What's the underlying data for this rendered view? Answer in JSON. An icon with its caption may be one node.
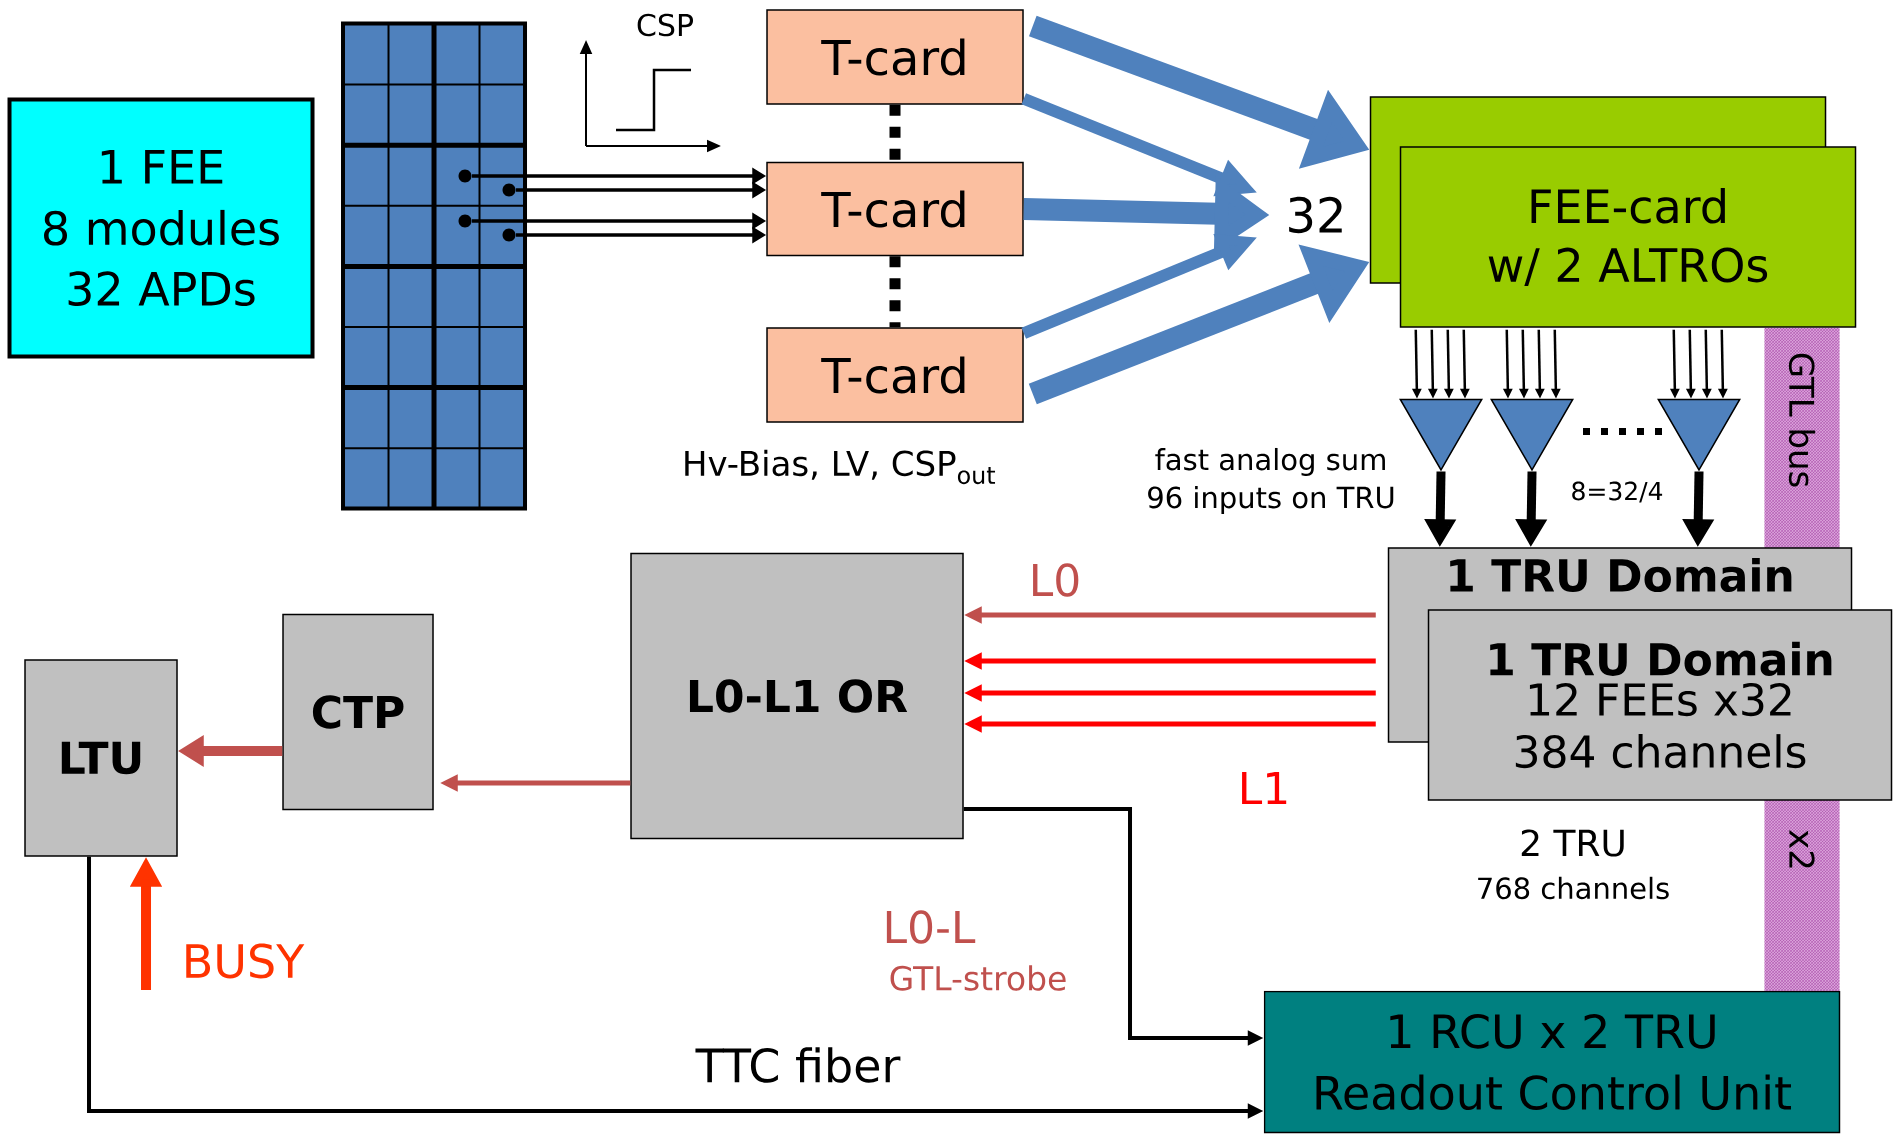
{
  "diagram": {
    "nodes": [
      {
        "text": [
          "1 FEE",
          "8 modules",
          "32 APDs"
        ]
      },
      {
        "text": [],
        "shape": "picture"
      },
      {
        "text": [
          "T-card"
        ]
      },
      {
        "text": [
          "T-card"
        ]
      },
      {
        "text": [
          "T-card"
        ]
      },
      {
        "text": [
          "32"
        ]
      },
      {
        "text": [],
        "shape": "box"
      },
      {
        "text": [
          "FEE-card",
          "w/ 2 ALTROs"
        ]
      },
      {
        "text": [
          "GTL bus"
        ]
      },
      {
        "text": [],
        "shape": "triangle"
      },
      {
        "text": [],
        "shape": "triangle"
      },
      {
        "text": [],
        "shape": "triangle"
      },
      {
        "text": [
          "1 TRU Domain"
        ]
      },
      {
        "text": [
          "1 TRU Domain",
          "12 FEEs x32 384 channels"
        ]
      },
      {
        "text": [
          "L0-L1 OR"
        ]
      },
      {
        "text": [
          "CTP"
        ]
      },
      {
        "text": [
          "LTU"
        ]
      },
      {
        "text": [
          "1 RCU x 2 TRU",
          "Readout Control Unit"
        ]
      }
    ],
    "edges": [
      {
        "from": 2,
        "to": 6,
        "arrow": "to",
        "style": "thick",
        "color": "#4f81bd"
      },
      {
        "from": 2,
        "to": 5,
        "arrow": "to",
        "style": "thick",
        "color": "#4f81bd"
      },
      {
        "from": 3,
        "to": 5,
        "arrow": "to",
        "style": "thick",
        "color": "#4f81bd"
      },
      {
        "from": 4,
        "to": 5,
        "arrow": "to",
        "style": "thick",
        "color": "#4f81bd"
      },
      {
        "from": 4,
        "to": 6,
        "arrow": "to",
        "style": "thick",
        "color": "#4f81bd"
      },
      {
        "from": 1,
        "to": 3,
        "arrow": "to"
      },
      {
        "from": 1,
        "to": 3,
        "arrow": "to"
      },
      {
        "from": 1,
        "to": 3,
        "arrow": "to"
      },
      {
        "from": 1,
        "to": 3,
        "arrow": "to"
      },
      {
        "from": 2,
        "to": 3,
        "arrow": "none",
        "style": "dashed"
      },
      {
        "from": 3,
        "to": 4,
        "arrow": "none",
        "style": "dashed"
      },
      {
        "from": 7,
        "to": 9,
        "arrow": "to"
      },
      {
        "from": 7,
        "to": 9,
        "arrow": "to"
      },
      {
        "from": 7,
        "to": 9,
        "arrow": "to"
      },
      {
        "from": 7,
        "to": 9,
        "arrow": "to"
      },
      {
        "from": 7,
        "to": 10,
        "arrow": "to"
      },
      {
        "from": 7,
        "to": 10,
        "arrow": "to"
      },
      {
        "from": 7,
        "to": 10,
        "arrow": "to"
      },
      {
        "from": 7,
        "to": 10,
        "arrow": "to"
      },
      {
        "from": 7,
        "to": 11,
        "arrow": "to"
      },
      {
        "from": 7,
        "to": 11,
        "arrow": "to"
      },
      {
        "from": 7,
        "to": 11,
        "arrow": "to"
      },
      {
        "from": 7,
        "to": 11,
        "arrow": "to"
      },
      {
        "from": 9,
        "to": 12,
        "arrow": "to",
        "style": "thick"
      },
      {
        "from": 10,
        "to": 12,
        "arrow": "to",
        "style": "thick"
      },
      {
        "from": 11,
        "to": 12,
        "arrow": "to",
        "style": "thick"
      },
      {
        "from": 12,
        "to": 14,
        "arrow": "to",
        "label": "L0",
        "color": "#c0504d"
      },
      {
        "from": 12,
        "to": 14,
        "arrow": "to",
        "color": "#ff0000"
      },
      {
        "from": 12,
        "to": 14,
        "arrow": "to",
        "color": "#ff0000"
      },
      {
        "from": 12,
        "to": 14,
        "arrow": "to",
        "label": "L1",
        "color": "#ff0000"
      },
      {
        "from": 14,
        "to": 15,
        "arrow": "to",
        "color": "#c0504d"
      },
      {
        "from": 15,
        "to": 16,
        "arrow": "to",
        "style": "thick",
        "color": "#c0504d"
      },
      {
        "from": null,
        "to": 16,
        "arrow": "to",
        "label": "BUSY",
        "style": "thick",
        "color": "#ff3300"
      },
      {
        "from": 14,
        "to": 17,
        "arrow": "to"
      },
      {
        "from": 16,
        "to": 17,
        "arrow": "to",
        "label": "TTC fiber"
      }
    ],
    "labels": [
      "x2",
      "CSP",
      "Hv-Bias, LV, CSP$_{out}$",
      "fast analog sum",
      "96 inputs on TRU",
      "8=32/4",
      "2 TRU",
      "768 channels",
      "L0-L",
      "GTL-strobe"
    ]
  }
}
